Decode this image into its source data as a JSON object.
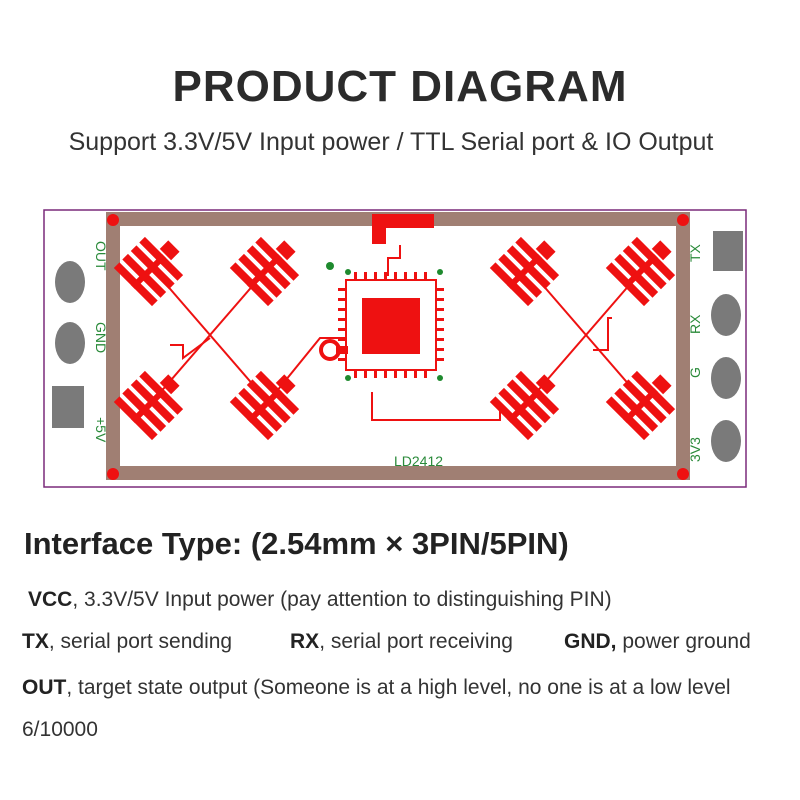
{
  "title": "PRODUCT DIAGRAM",
  "subtitle": "Support 3.3V/5V Input power / TTL Serial port & IO Output",
  "board": {
    "label": "LD2412",
    "left_pins": [
      "OUT",
      "GND",
      "+5V"
    ],
    "right_pins": [
      "TX",
      "RX",
      "G",
      "3V3"
    ]
  },
  "colors": {
    "copper": "#ee1111",
    "frame": "#a07f73",
    "pads": "#7a7a7a",
    "silkscreen": "#2a8a3a",
    "outline": "#7a2a7a"
  },
  "interface": {
    "title": "Interface Type: (2.54mm × 3PIN/5PIN)",
    "vcc": {
      "term": "VCC",
      "desc": ", 3.3V/5V Input power (pay attention to distinguishing PIN)"
    },
    "tx": {
      "term": "TX",
      "desc": ", serial port sending"
    },
    "rx": {
      "term": "RX",
      "desc": ", serial port receiving"
    },
    "gnd": {
      "term": "GND,",
      "desc": " power ground"
    },
    "out": {
      "term": "OUT",
      "desc": ", target state output (Someone is at a high level, no one is at a low level"
    },
    "note": "6/10000"
  }
}
